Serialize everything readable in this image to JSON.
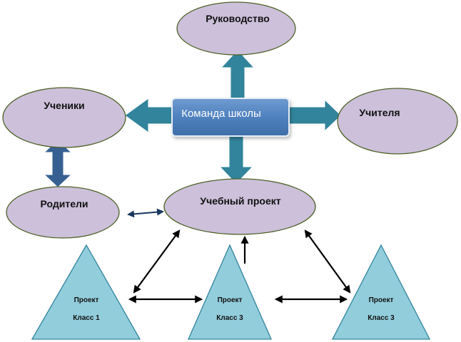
{
  "nodes": {
    "leadership": "Руководство",
    "students": "Ученики",
    "teachers": "Учителя",
    "parents": "Родители",
    "project": "Учебный проект",
    "team": "Команда  школы"
  },
  "triangles": [
    {
      "line1": "Проект",
      "line2": "Класс 1"
    },
    {
      "line1": "Проект",
      "line2": "Класс 3"
    },
    {
      "line1": "Проект",
      "line2": "Класс 3"
    }
  ],
  "colors": {
    "ellipse_fill": "#ccc0da",
    "ellipse_stroke": "#4f6228",
    "team_fill": "#4f81bd",
    "block_arrow_fill": "#31849b",
    "block_arrow_dark": "#376092",
    "triangle_fill": "#92cddc",
    "triangle_stroke": "#31859c",
    "connector": "#000000",
    "parents_connector": "#17375e"
  }
}
